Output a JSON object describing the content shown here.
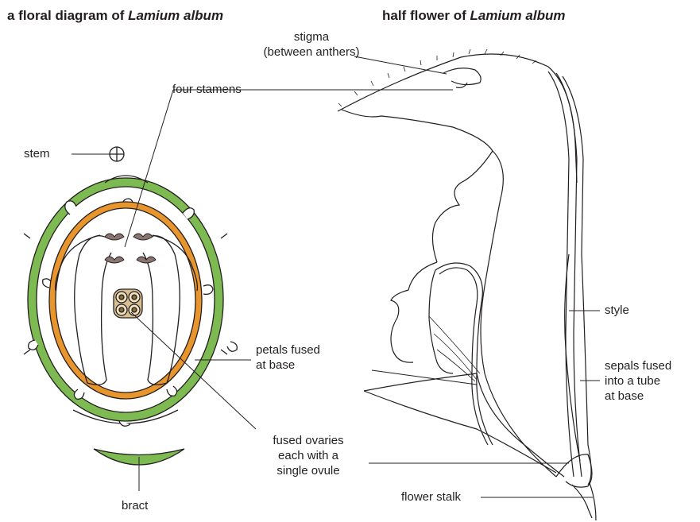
{
  "headings": {
    "floral_diagram": {
      "prefix": "a floral diagram of ",
      "species": "Lamium album"
    },
    "half_flower": {
      "prefix": "half flower of ",
      "species": "Lamium album"
    }
  },
  "labels": {
    "stigma_1": "stigma",
    "stigma_2": "(between anthers)",
    "four_stamens": "four stamens",
    "stem": "stem",
    "style": "style",
    "petals_1": "petals fused",
    "petals_2": "at base",
    "sepals_1": "sepals fused",
    "sepals_2": "into a tube",
    "sepals_3": "at base",
    "ovaries_1": "fused ovaries",
    "ovaries_2": "each with a",
    "ovaries_3": "single ovule",
    "flower_stalk": "flower stalk",
    "bract": "bract"
  },
  "colors": {
    "sepal_green": "#7dbb52",
    "sepal_light": "#e3f0d4",
    "petal_orange": "#e8952e",
    "petal_light": "#fbe3bf",
    "anther": "#8b7571",
    "ovary": "#c8a56e",
    "line": "#231f20"
  }
}
